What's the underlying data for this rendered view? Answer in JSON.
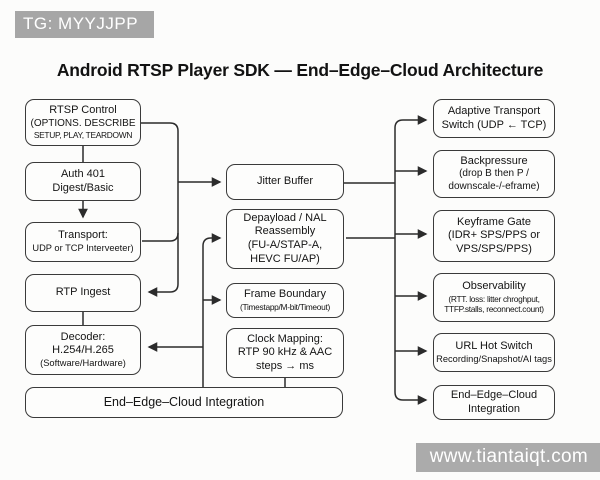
{
  "badge": {
    "text": "TG: MYYJJPP"
  },
  "watermark": {
    "text": "www.tiantaiqt.com"
  },
  "title": "Android RTSP Player SDK — End–Edge–Cloud Architecture",
  "colors": {
    "background": "#fcfcfb",
    "box_fill": "#fdfdfc",
    "box_border": "#3a3a3a",
    "connector": "#2b2b2b",
    "badge_bg": "#a6a6a6",
    "badge_text": "#ffffff",
    "watermark_bg": "#ababab",
    "text": "#141414"
  },
  "nodes": {
    "rtsp_control": {
      "lines": [
        "RTSP Control",
        "(OPTIONS. DESCRIBE",
        "SETUP, PLAY, TEARDOWN"
      ]
    },
    "auth": {
      "lines": [
        "Auth 401",
        "Digest/Basic"
      ]
    },
    "transport": {
      "lines": [
        "Transport:",
        "UDP or TCP Interveeter)"
      ]
    },
    "rtp_ingest": {
      "lines": [
        "RTP Ingest"
      ]
    },
    "decoder": {
      "lines": [
        "Decoder:",
        "H.254/H.265",
        "(Software/Hardware)"
      ]
    },
    "integration_wide": {
      "lines": [
        "End–Edge–Cloud Integration"
      ]
    },
    "jitter_buffer": {
      "lines": [
        "Jitter Buffer"
      ]
    },
    "depayload": {
      "lines": [
        "Depayload / NAL",
        "Reassembly",
        "(FU-A/STAP-A,",
        "HEVC FU/AP)"
      ]
    },
    "frame_boundary": {
      "lines": [
        "Frame Boundary",
        "(Timestapp/M-bit/Timeout)"
      ]
    },
    "clock_mapping": {
      "lines": [
        "Clock Mapping:",
        "RTP 90 kHz & AAC",
        "steps → ms"
      ]
    },
    "adaptive_switch": {
      "lines": [
        "Adaptive Transport",
        "Switch (UDP ← TCP)"
      ]
    },
    "backpressure": {
      "lines": [
        "Backpressure",
        "(drop B then P /",
        "downscale-/-eframe)"
      ]
    },
    "keyframe_gate": {
      "lines": [
        "Keyframe Gate",
        "(IDR+ SPS/PPS or",
        "VPS/SPS/PPS)"
      ]
    },
    "observability": {
      "lines": [
        "Observability",
        "(RTT. loss: litter chroghput,",
        "TTFP.stalls, reconnect.count)"
      ]
    },
    "url_hot_switch": {
      "lines": [
        "URL Hot Switch",
        "Recording/Snapshot/AI tags"
      ]
    },
    "integration_right": {
      "lines": [
        "End–Edge–Cloud",
        "Integration"
      ]
    }
  }
}
